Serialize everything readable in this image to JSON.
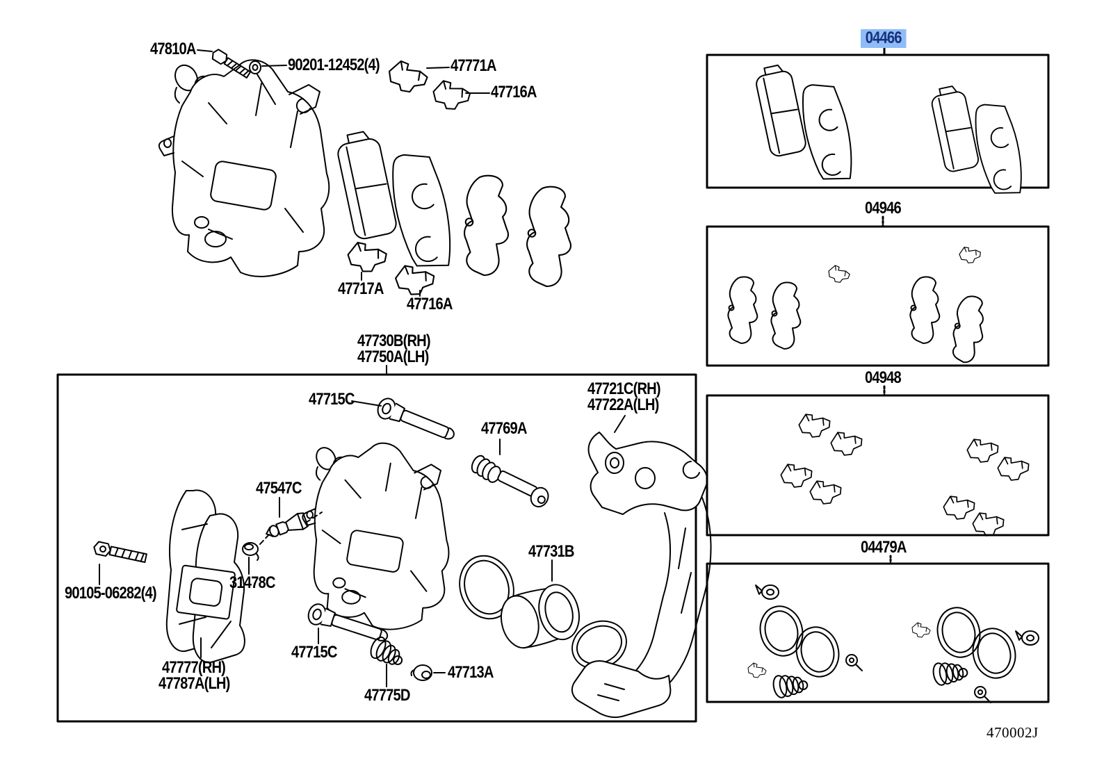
{
  "colors": {
    "highlight_bg": "#8FBCF8",
    "highlight_text": "#16307A",
    "line_color": "#000000"
  },
  "footer_code": "470002J",
  "top_assembly": {
    "bolt": "47810A",
    "washer": "90201-12452(4)",
    "anti_rattle_clip": "47771A",
    "pad_clip_upper": "47716A",
    "pad_wear_clip": "47717A",
    "pad_clip_lower": "47716A"
  },
  "cylinder_assembly": {
    "assembly_rh": "47730B(RH)",
    "assembly_lh": "47750A(LH)",
    "slide_pin_upper": "47715C",
    "slide_bush": "47769A",
    "mounting_rh": "47721C(RH)",
    "mounting_lh": "47722A(LH)",
    "bleeder_screw": "47547C",
    "bleeder_cap": "31478C",
    "mounting_bolt": "90105-06282(4)",
    "dust_cover_rh": "47777(RH)",
    "dust_cover_lh": "47787A(LH)",
    "slide_pin_lower": "47715C",
    "pin_boot": "47775D",
    "grease_cap": "47713A",
    "piston": "47731B"
  },
  "kits": {
    "pad_kit": "04466",
    "shim_kit": "04946",
    "fitting_kit": "04948",
    "cylinder_kit": "04479A"
  }
}
